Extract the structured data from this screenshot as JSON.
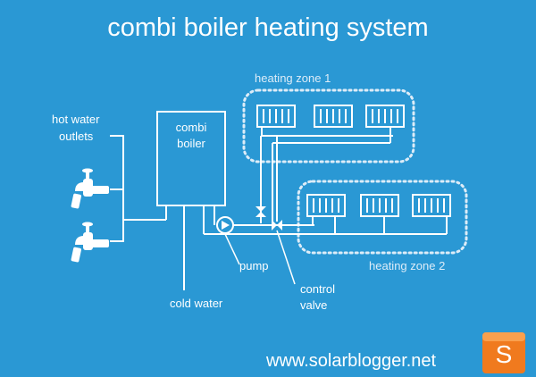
{
  "title": "combi boiler heating system",
  "labels": {
    "hot_water_outlets_line1": "hot water",
    "hot_water_outlets_line2": "outlets",
    "boiler_line1": "combi",
    "boiler_line2": "boiler",
    "zone1": "heating zone 1",
    "zone2": "heating zone 2",
    "pump": "pump",
    "control_valve_line1": "control",
    "control_valve_line2": "valve",
    "cold_water": "cold water"
  },
  "footer": {
    "url": "www.solarblogger.net",
    "logo_letter": "S"
  },
  "colors": {
    "background": "#2a98d4",
    "lines": "#ffffff",
    "logo_orange": "#f07a1e"
  }
}
